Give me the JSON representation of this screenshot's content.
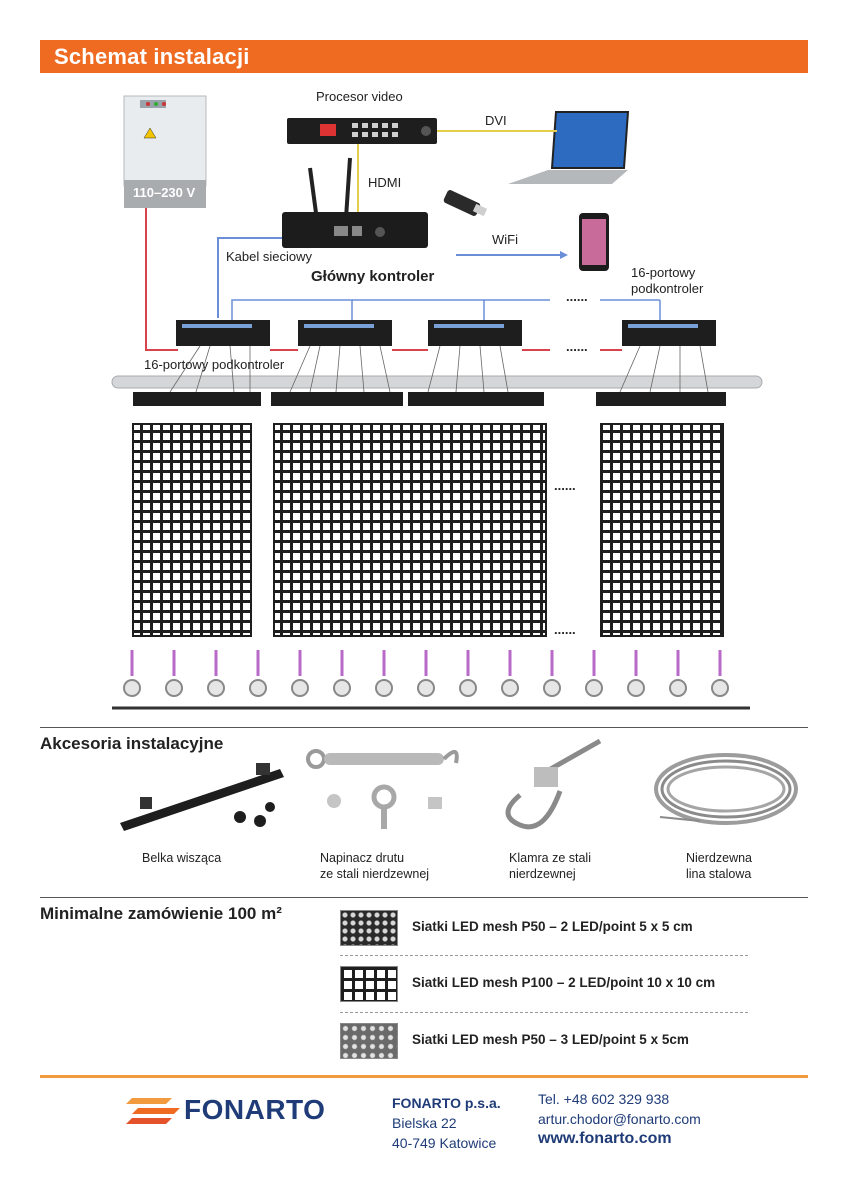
{
  "header": {
    "title": "Schemat instalacji"
  },
  "diagram": {
    "power_cabinet_label": "110–230 V",
    "video_processor_label": "Procesor video",
    "dvi_label": "DVI",
    "hdmi_label": "HDMI",
    "wifi_label": "WiFi",
    "network_cable_label": "Kabel sieciowy",
    "main_controller_label": "Główny kontroler",
    "subcontroller_right_label_line1": "16-portowy",
    "subcontroller_right_label_line2": "podkontroler",
    "subcontroller_left_label": "16-portowy podkontroler",
    "ellipsis": "......",
    "colors": {
      "red_cable": "#d9434e",
      "blue_cable": "#6a8fd8",
      "yellow_cable": "#e5cf4a"
    }
  },
  "accessories": {
    "title": "Akcesoria instalacyjne",
    "items": [
      {
        "line1": "Belka wisząca",
        "line2": ""
      },
      {
        "line1": "Napinacz drutu",
        "line2": "ze stali nierdzewnej"
      },
      {
        "line1": "Klamra ze stali",
        "line2": "nierdzewnej"
      },
      {
        "line1": "Nierdzewna",
        "line2": "lina stalowa"
      }
    ]
  },
  "order": {
    "title": "Minimalne zamówienie 100 m²",
    "products": [
      {
        "label": "Siatki LED mesh P50 – 2 LED/point  5 x 5 cm"
      },
      {
        "label": "Siatki LED mesh P100 – 2 LED/point  10 x 10 cm"
      },
      {
        "label": "Siatki LED mesh P50 – 3 LED/point 5 x 5cm"
      }
    ]
  },
  "footer": {
    "logo_text": "FONARTO",
    "company": "FONARTO p.s.a.",
    "street": "Bielska 22",
    "city": "40-749 Katowice",
    "phone": "Tel. +48 602 329 938",
    "email": "artur.chodor@fonarto.com",
    "website": "www.fonarto.com",
    "brand_colors": {
      "navy": "#1f3b78",
      "orange": "#ef6b22"
    }
  }
}
